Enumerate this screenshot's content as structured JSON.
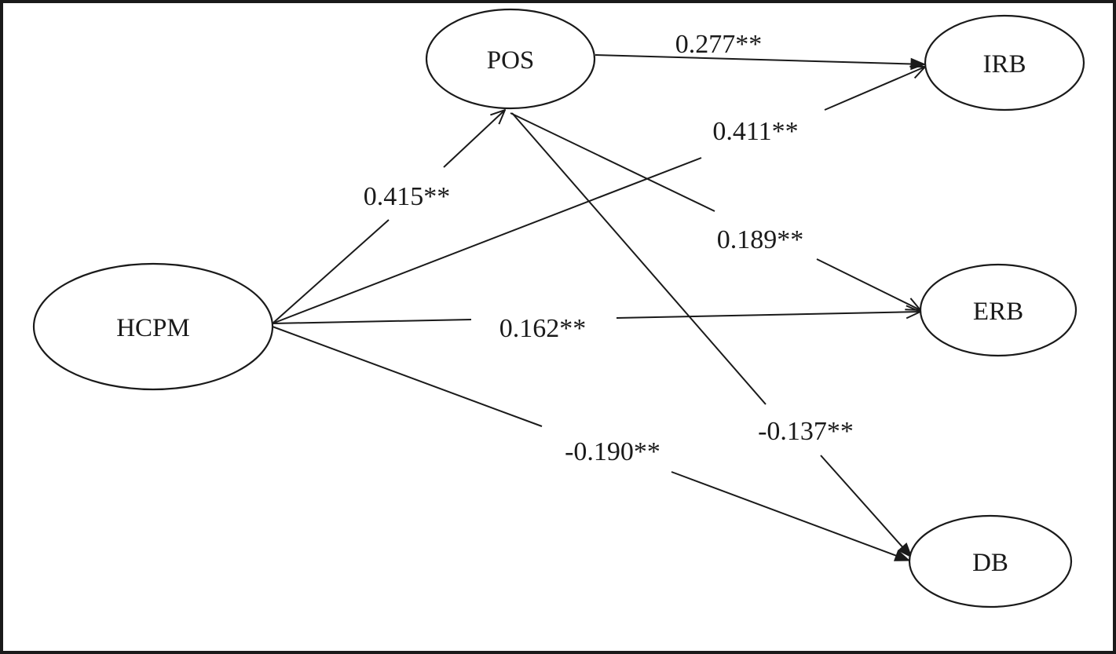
{
  "diagram": {
    "nodes": {
      "pos": "POS",
      "irb": "IRB",
      "hcpm": "HCPM",
      "erb": "ERB",
      "db": "DB"
    },
    "edges": {
      "pos_irb": "0.277**",
      "hcpm_irb": "0.411**",
      "hcpm_pos": "0.415**",
      "pos_erb": "0.189**",
      "hcpm_erb": "0.162**",
      "hcpm_db": "-0.190**",
      "pos_db": "-0.137**"
    }
  }
}
